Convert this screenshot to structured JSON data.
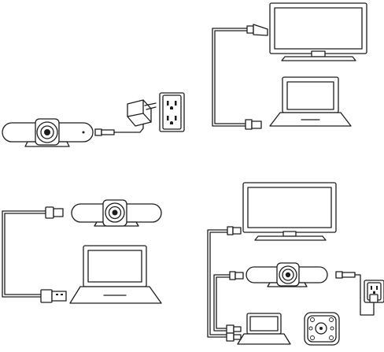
{
  "image": {
    "type": "setup-diagram",
    "panels": [
      {
        "id": "power-setup",
        "items": [
          "camera-bar",
          "power-adapter",
          "wall-outlet"
        ]
      },
      {
        "id": "display-setup",
        "items": [
          "monitor",
          "laptop",
          "hdmi-cable"
        ]
      },
      {
        "id": "usb-setup",
        "items": [
          "camera-bar",
          "laptop",
          "usb-cable"
        ]
      },
      {
        "id": "full-setup",
        "items": [
          "monitor",
          "camera-bar",
          "laptop",
          "remote-control",
          "wall-outlet"
        ]
      }
    ],
    "icons": [
      "camera-icon",
      "monitor-icon",
      "laptop-icon",
      "outlet-icon",
      "power-adapter-icon",
      "hdmi-plug-icon",
      "usb-plug-icon",
      "remote-control-icon"
    ],
    "colors": {
      "line": "#1c1c1c",
      "fill": "#ffffff",
      "shade": "#d9d9d9"
    }
  }
}
